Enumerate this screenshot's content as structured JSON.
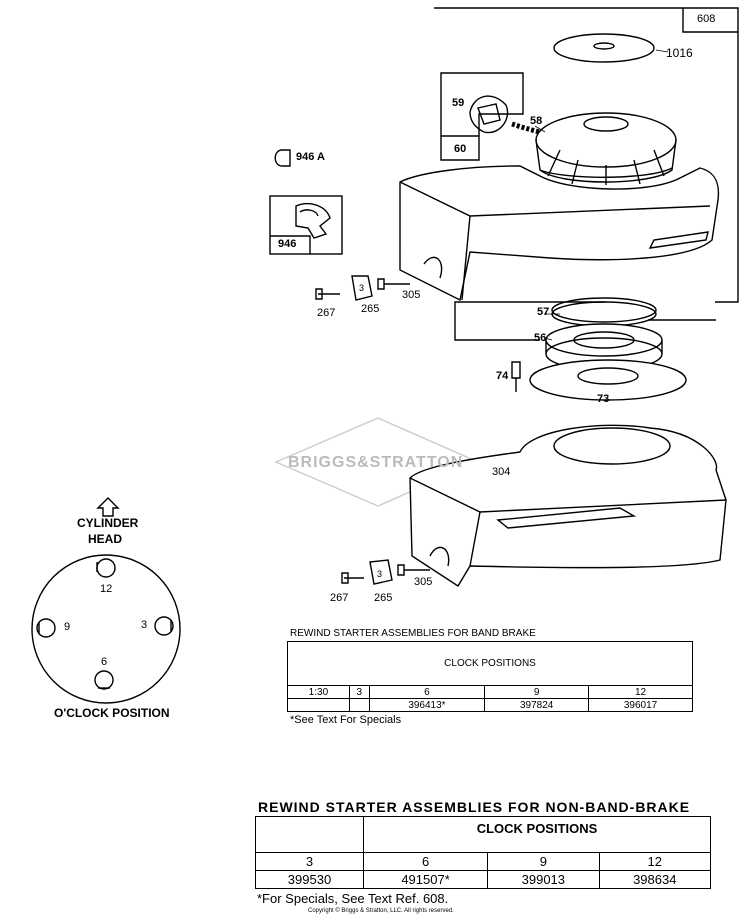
{
  "part_labels": {
    "frame_608": "608",
    "p1016": "1016",
    "p59": "59",
    "p58": "58",
    "p60": "60",
    "p946a": "946 A",
    "p946": "946",
    "p267a": "267",
    "p265a": "265",
    "p305a": "305",
    "p57": "57",
    "p56": "56",
    "p74": "74",
    "p73": "73",
    "p304": "304",
    "p267b": "267",
    "p265b": "265",
    "p305b": "305",
    "nut_num": "3"
  },
  "watermark": "BRIGGS&STRATTON",
  "clock_diagram": {
    "head_line1": "CYLINDER",
    "head_line2": "HEAD",
    "pos12": "12",
    "pos3": "3",
    "pos9": "9",
    "pos6": "6",
    "footer": "O'CLOCK POSITION"
  },
  "band_brake_table": {
    "title": "REWIND STARTER ASSEMBLIES FOR BAND BRAKE",
    "header": "CLOCK POSITIONS",
    "columns": [
      "1:30",
      "3",
      "6",
      "9",
      "12"
    ],
    "values": [
      "",
      "",
      "396413*",
      "397824",
      "396017"
    ],
    "note": "*See Text For Specials"
  },
  "non_band_brake_table": {
    "title": "REWIND STARTER ASSEMBLIES FOR NON-BAND-BRAKE",
    "header": "CLOCK POSITIONS",
    "columns": [
      "3",
      "6",
      "9",
      "12"
    ],
    "values": [
      "399530",
      "491507*",
      "399013",
      "398634"
    ],
    "note": "*For Specials, See Text Ref. 608."
  },
  "copyright": "Copyright © Briggs & Stratton, LLC. All rights reserved."
}
